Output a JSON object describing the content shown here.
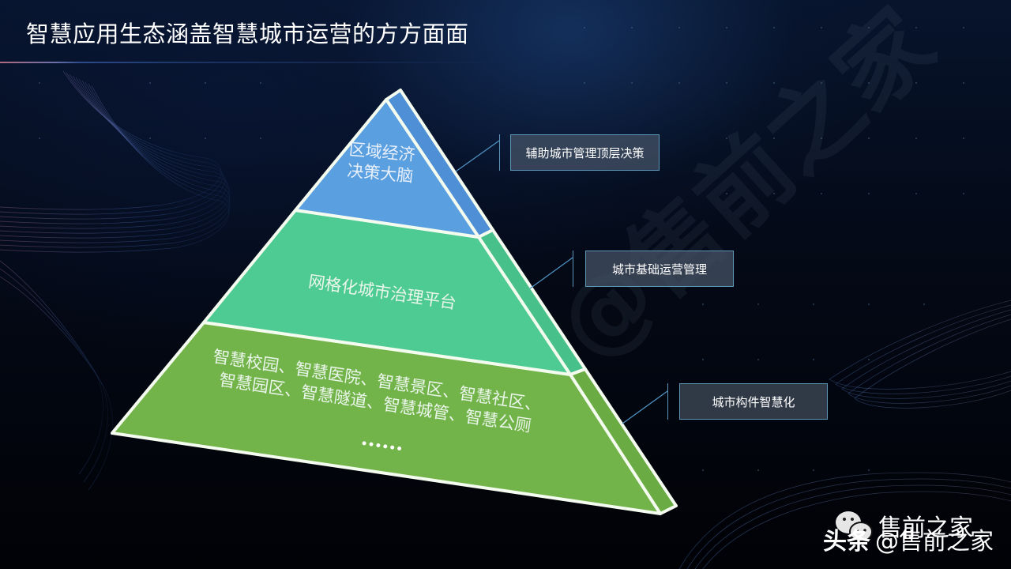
{
  "slide": {
    "title": "智慧应用生态涵盖智慧城市运营的方方面面",
    "watermark": "@售前之家"
  },
  "pyramid": {
    "tiers": [
      {
        "id": "top",
        "lines": [
          "区域经济",
          "决策大脑"
        ],
        "color": "#5a9fe0",
        "side_color": "#4e8fd6",
        "callout": "辅助城市管理顶层决策"
      },
      {
        "id": "middle",
        "lines": [
          "网格化城市治理平台"
        ],
        "color": "#4ecb92",
        "side_color": "#48c08a",
        "callout": "城市基础运营管理"
      },
      {
        "id": "bottom",
        "lines": [
          "智慧校园、智慧医院、智慧景区、智慧社区、",
          "智慧园区、智慧隧道、智慧城管、智慧公厕"
        ],
        "ellipsis": "……",
        "color": "#72b34a",
        "side_color": "#6aab44",
        "callout": "城市构件智慧化"
      }
    ],
    "outline_color": "#f4fbef"
  },
  "callout_style": {
    "border_color": "#5f97b8",
    "fill": "#46546a"
  },
  "footer": {
    "platform": "头条",
    "handle": "@售前之家",
    "wechat_name": "售前之家"
  }
}
